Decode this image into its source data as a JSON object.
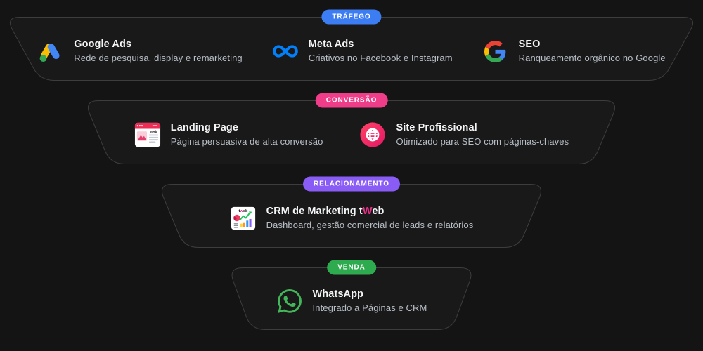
{
  "page": {
    "background": "#141414",
    "funnel_border": "#3d3d3d",
    "funnel_fill": "#191919"
  },
  "tiers": [
    {
      "id": "trafego",
      "badge": {
        "label": "TRÁFEGO",
        "color": "#3d7df4"
      },
      "items": [
        {
          "icon": "google-ads-icon",
          "title": "Google Ads",
          "subtitle": "Rede de pesquisa, display e remarketing"
        },
        {
          "icon": "meta-icon",
          "title": "Meta Ads",
          "subtitle": "Criativos no Facebook e Instagram"
        },
        {
          "icon": "google-g-icon",
          "title": "SEO",
          "subtitle": "Ranqueamento orgânico no Google"
        }
      ]
    },
    {
      "id": "conversao",
      "badge": {
        "label": "CONVERSÃO",
        "color": "#f03d8a"
      },
      "items": [
        {
          "icon": "landing-page-icon",
          "title": "Landing Page",
          "subtitle": "Página persuasiva de alta conversão"
        },
        {
          "icon": "globe-icon",
          "title": "Site Profissional",
          "subtitle": "Otimizado para SEO com páginas-chaves"
        }
      ]
    },
    {
      "id": "relacionamento",
      "badge": {
        "label": "RELACIONAMENTO",
        "color": "#8a5cf6"
      },
      "items": [
        {
          "icon": "crm-dashboard-icon",
          "title_prefix": "CRM de Marketing t",
          "title_highlight": "W",
          "title_suffix": "eb",
          "highlight_color": "#ec2d8a",
          "subtitle": "Dashboard, gestão comercial de leads e relatórios"
        }
      ]
    },
    {
      "id": "venda",
      "badge": {
        "label": "VENDA",
        "color": "#2fab4f"
      },
      "items": [
        {
          "icon": "whatsapp-icon",
          "title": "WhatsApp",
          "subtitle": "Integrado a Páginas e CRM"
        }
      ]
    }
  ],
  "icon_colors": {
    "meta_blue": "#0180fa",
    "whatsapp_green": "#42b658",
    "site_pink": "#f12b5b"
  }
}
